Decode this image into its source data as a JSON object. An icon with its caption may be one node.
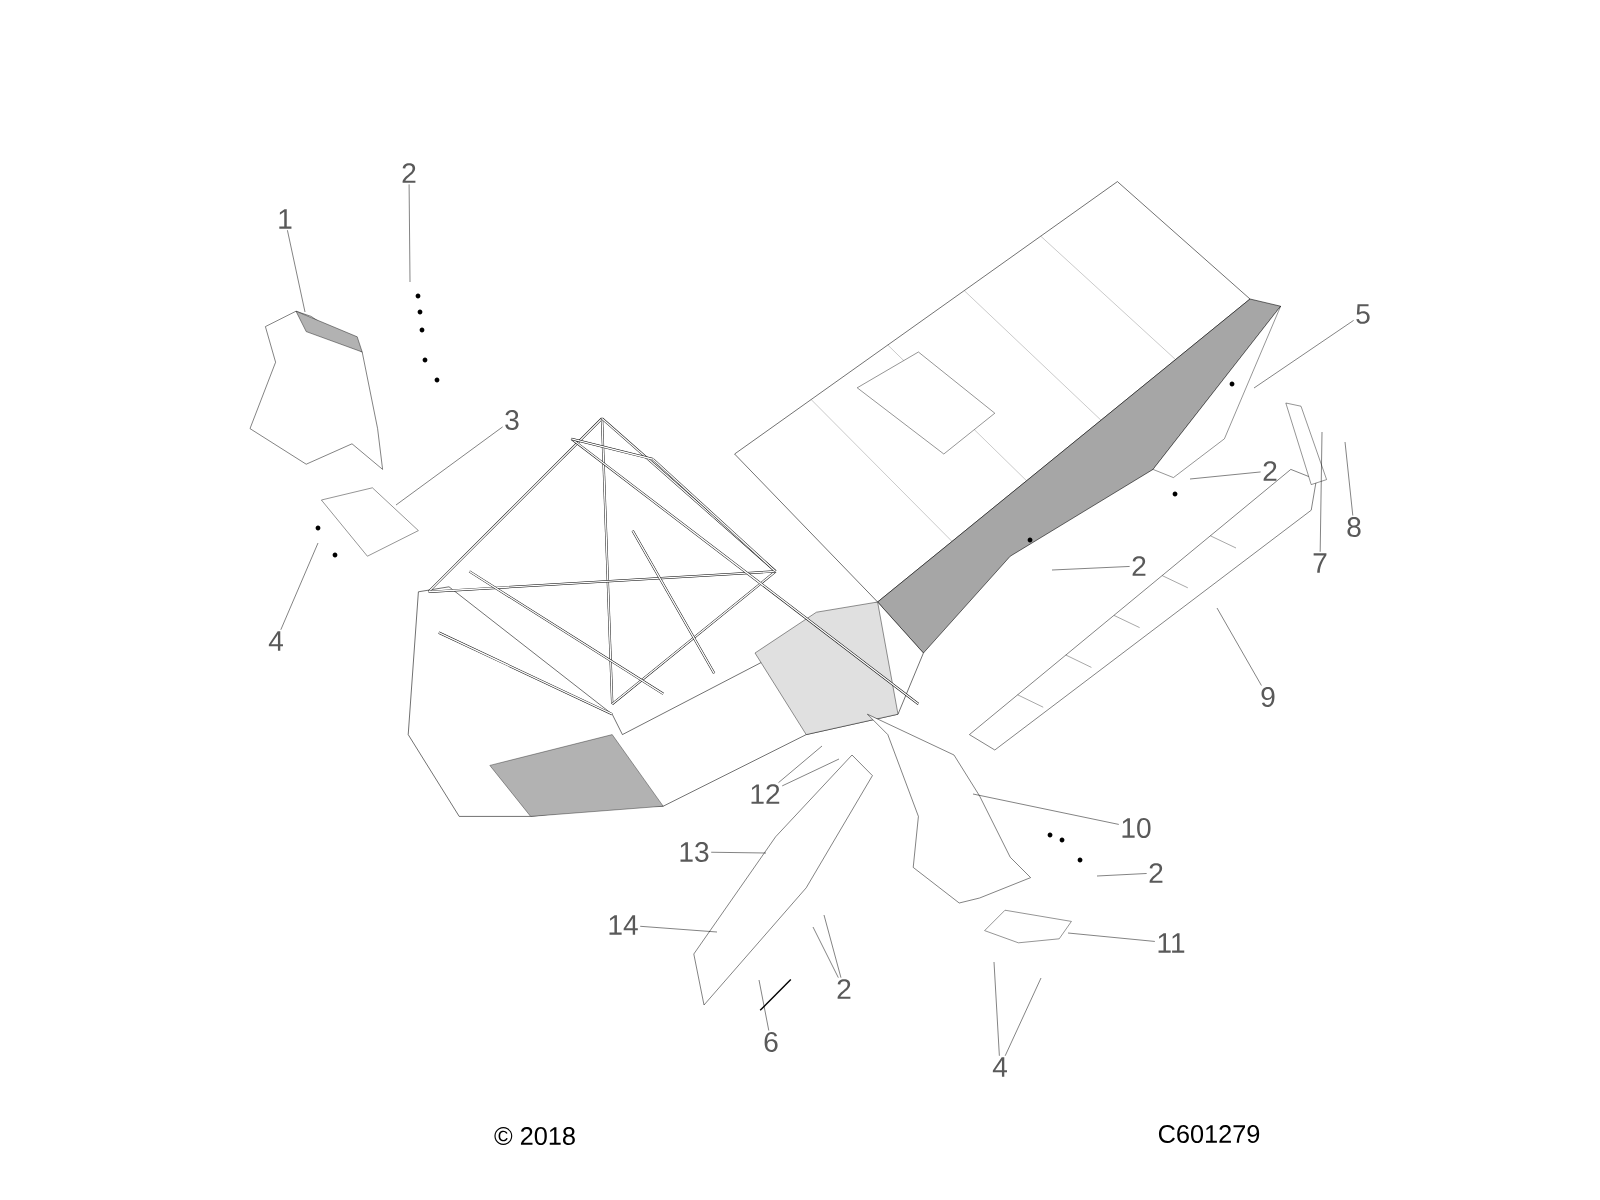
{
  "diagram": {
    "nodes": [
      {
        "text": [
          "2"
        ]
      },
      {
        "text": [
          "1"
        ]
      },
      {
        "text": [
          "5"
        ]
      },
      {
        "text": [
          "3"
        ]
      },
      {
        "text": [
          "2"
        ]
      },
      {
        "text": [
          "8"
        ]
      },
      {
        "text": [
          "7"
        ]
      },
      {
        "text": [
          "2"
        ]
      },
      {
        "text": [
          "4"
        ]
      },
      {
        "text": [
          "9"
        ]
      },
      {
        "text": [
          "12"
        ]
      },
      {
        "text": [
          "10"
        ]
      },
      {
        "text": [
          "13"
        ]
      },
      {
        "text": [
          "2"
        ]
      },
      {
        "text": [
          "14"
        ]
      },
      {
        "text": [
          "11"
        ]
      },
      {
        "text": [
          "2"
        ]
      },
      {
        "text": [
          "6"
        ]
      },
      {
        "text": [
          "4"
        ]
      }
    ],
    "edges": [
      {
        "from": 0,
        "to": null,
        "arrow": "none"
      },
      {
        "from": 1,
        "to": null,
        "arrow": "none"
      },
      {
        "from": 2,
        "to": null,
        "arrow": "none"
      },
      {
        "from": 3,
        "to": null,
        "arrow": "none"
      },
      {
        "from": 4,
        "to": null,
        "arrow": "none"
      },
      {
        "from": 5,
        "to": null,
        "arrow": "none"
      },
      {
        "from": 6,
        "to": null,
        "arrow": "none"
      },
      {
        "from": 7,
        "to": null,
        "arrow": "none"
      },
      {
        "from": 8,
        "to": null,
        "arrow": "none"
      },
      {
        "from": 9,
        "to": null,
        "arrow": "none"
      },
      {
        "from": 10,
        "to": null,
        "arrow": "none"
      },
      {
        "from": 10,
        "to": null,
        "arrow": "none"
      },
      {
        "from": 11,
        "to": null,
        "arrow": "none"
      },
      {
        "from": 12,
        "to": null,
        "arrow": "none"
      },
      {
        "from": 13,
        "to": null,
        "arrow": "none"
      },
      {
        "from": 14,
        "to": null,
        "arrow": "none"
      },
      {
        "from": 15,
        "to": null,
        "arrow": "none"
      },
      {
        "from": 16,
        "to": null,
        "arrow": "none"
      },
      {
        "from": 16,
        "to": null,
        "arrow": "none"
      },
      {
        "from": 17,
        "to": null,
        "arrow": "none"
      },
      {
        "from": 18,
        "to": null,
        "arrow": "none"
      },
      {
        "from": 18,
        "to": null,
        "arrow": "none"
      }
    ],
    "labels": [
      "© 2018",
      "C601279"
    ]
  }
}
